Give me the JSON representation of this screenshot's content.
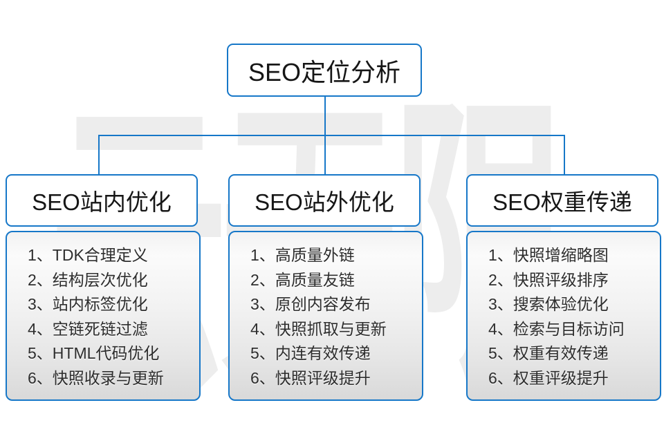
{
  "watermark": "云无限",
  "root": {
    "title": "SEO定位分析"
  },
  "columns": [
    {
      "title": "SEO站内优化",
      "items": [
        "1、TDK合理定义",
        "2、结构层次优化",
        "3、站内标签优化",
        "4、空链死链过滤",
        "5、HTML代码优化",
        "6、快照收录与更新"
      ]
    },
    {
      "title": "SEO站外优化",
      "items": [
        "1、高质量外链",
        "2、高质量友链",
        "3、原创内容发布",
        "4、快照抓取与更新",
        "5、内连有效传递",
        "6、快照评级提升"
      ]
    },
    {
      "title": "SEO权重传递",
      "items": [
        "1、快照增缩略图",
        "2、快照评级排序",
        "3、搜索体验优化",
        "4、检索与目标访问",
        "5、权重有效传递",
        "6、权重评级提升"
      ]
    }
  ],
  "colors": {
    "accent_blue": "#1677c8",
    "list_gradient_bottom": "#d9d9d9",
    "watermark_gray": "#ededed",
    "text_dark": "#2d2d2d"
  }
}
